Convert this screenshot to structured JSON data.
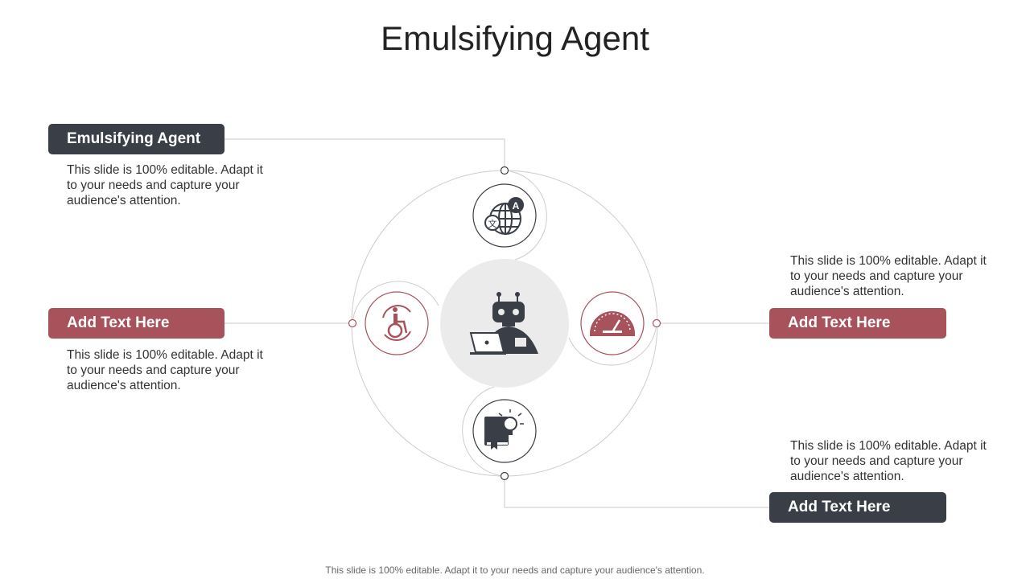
{
  "title": "Emulsifying Agent",
  "items": [
    {
      "label": "Emulsifying Agent",
      "text": "This slide is 100% editable. Adapt it to your needs and capture your audience's attention.",
      "icon": "translation-globe-icon"
    },
    {
      "label": "Add Text Here",
      "text": "This slide is 100% editable. Adapt it to your needs and capture your audience's attention.",
      "icon": "accessibility-icon"
    },
    {
      "label": "Add Text Here",
      "text": "This slide is 100% editable. Adapt it to your needs and capture your audience's attention.",
      "icon": "speedometer-icon"
    },
    {
      "label": "Add Text Here",
      "text": "This slide is 100% editable. Adapt it to your needs and capture your audience's attention.",
      "icon": "book-idea-icon"
    }
  ],
  "center_icon": "robot-laptop-icon",
  "footer": "This slide is 100% editable. Adapt it to your needs and capture your audience's attention.",
  "colors": {
    "dark": "#3a3f47",
    "accent": "#a8525c",
    "center_fill": "#ebebeb",
    "line": "#c8c8c8"
  }
}
